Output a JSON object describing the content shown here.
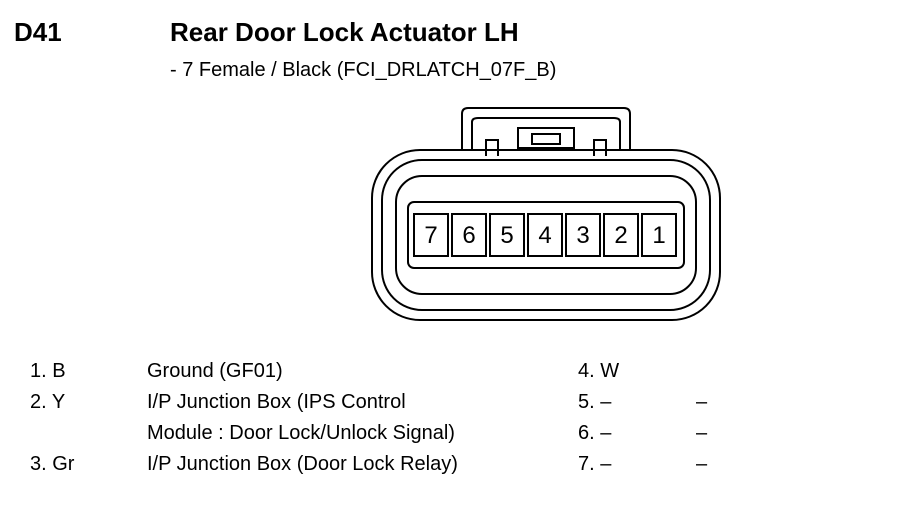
{
  "header": {
    "code": "D41",
    "title": "Rear Door Lock Actuator LH",
    "subtitle": "- 7 Female / Black (FCI_DRLATCH_07F_B)"
  },
  "connector": {
    "pins": [
      "7",
      "6",
      "5",
      "4",
      "3",
      "2",
      "1"
    ]
  },
  "pinout": {
    "left": [
      {
        "pin": "1. B",
        "desc": "Ground (GF01)"
      },
      {
        "pin": "2. Y",
        "desc": "I/P Junction Box (IPS Control"
      },
      {
        "pin": "",
        "desc": "Module :  Door Lock/Unlock Signal)"
      },
      {
        "pin": "3. Gr",
        "desc": "I/P Junction Box (Door Lock Relay)"
      }
    ],
    "right": [
      {
        "pin": "4. W",
        "desc": ""
      },
      {
        "pin": "5. –",
        "desc": "–"
      },
      {
        "pin": "6. –",
        "desc": "–"
      },
      {
        "pin": "7. –",
        "desc": "–"
      }
    ]
  }
}
